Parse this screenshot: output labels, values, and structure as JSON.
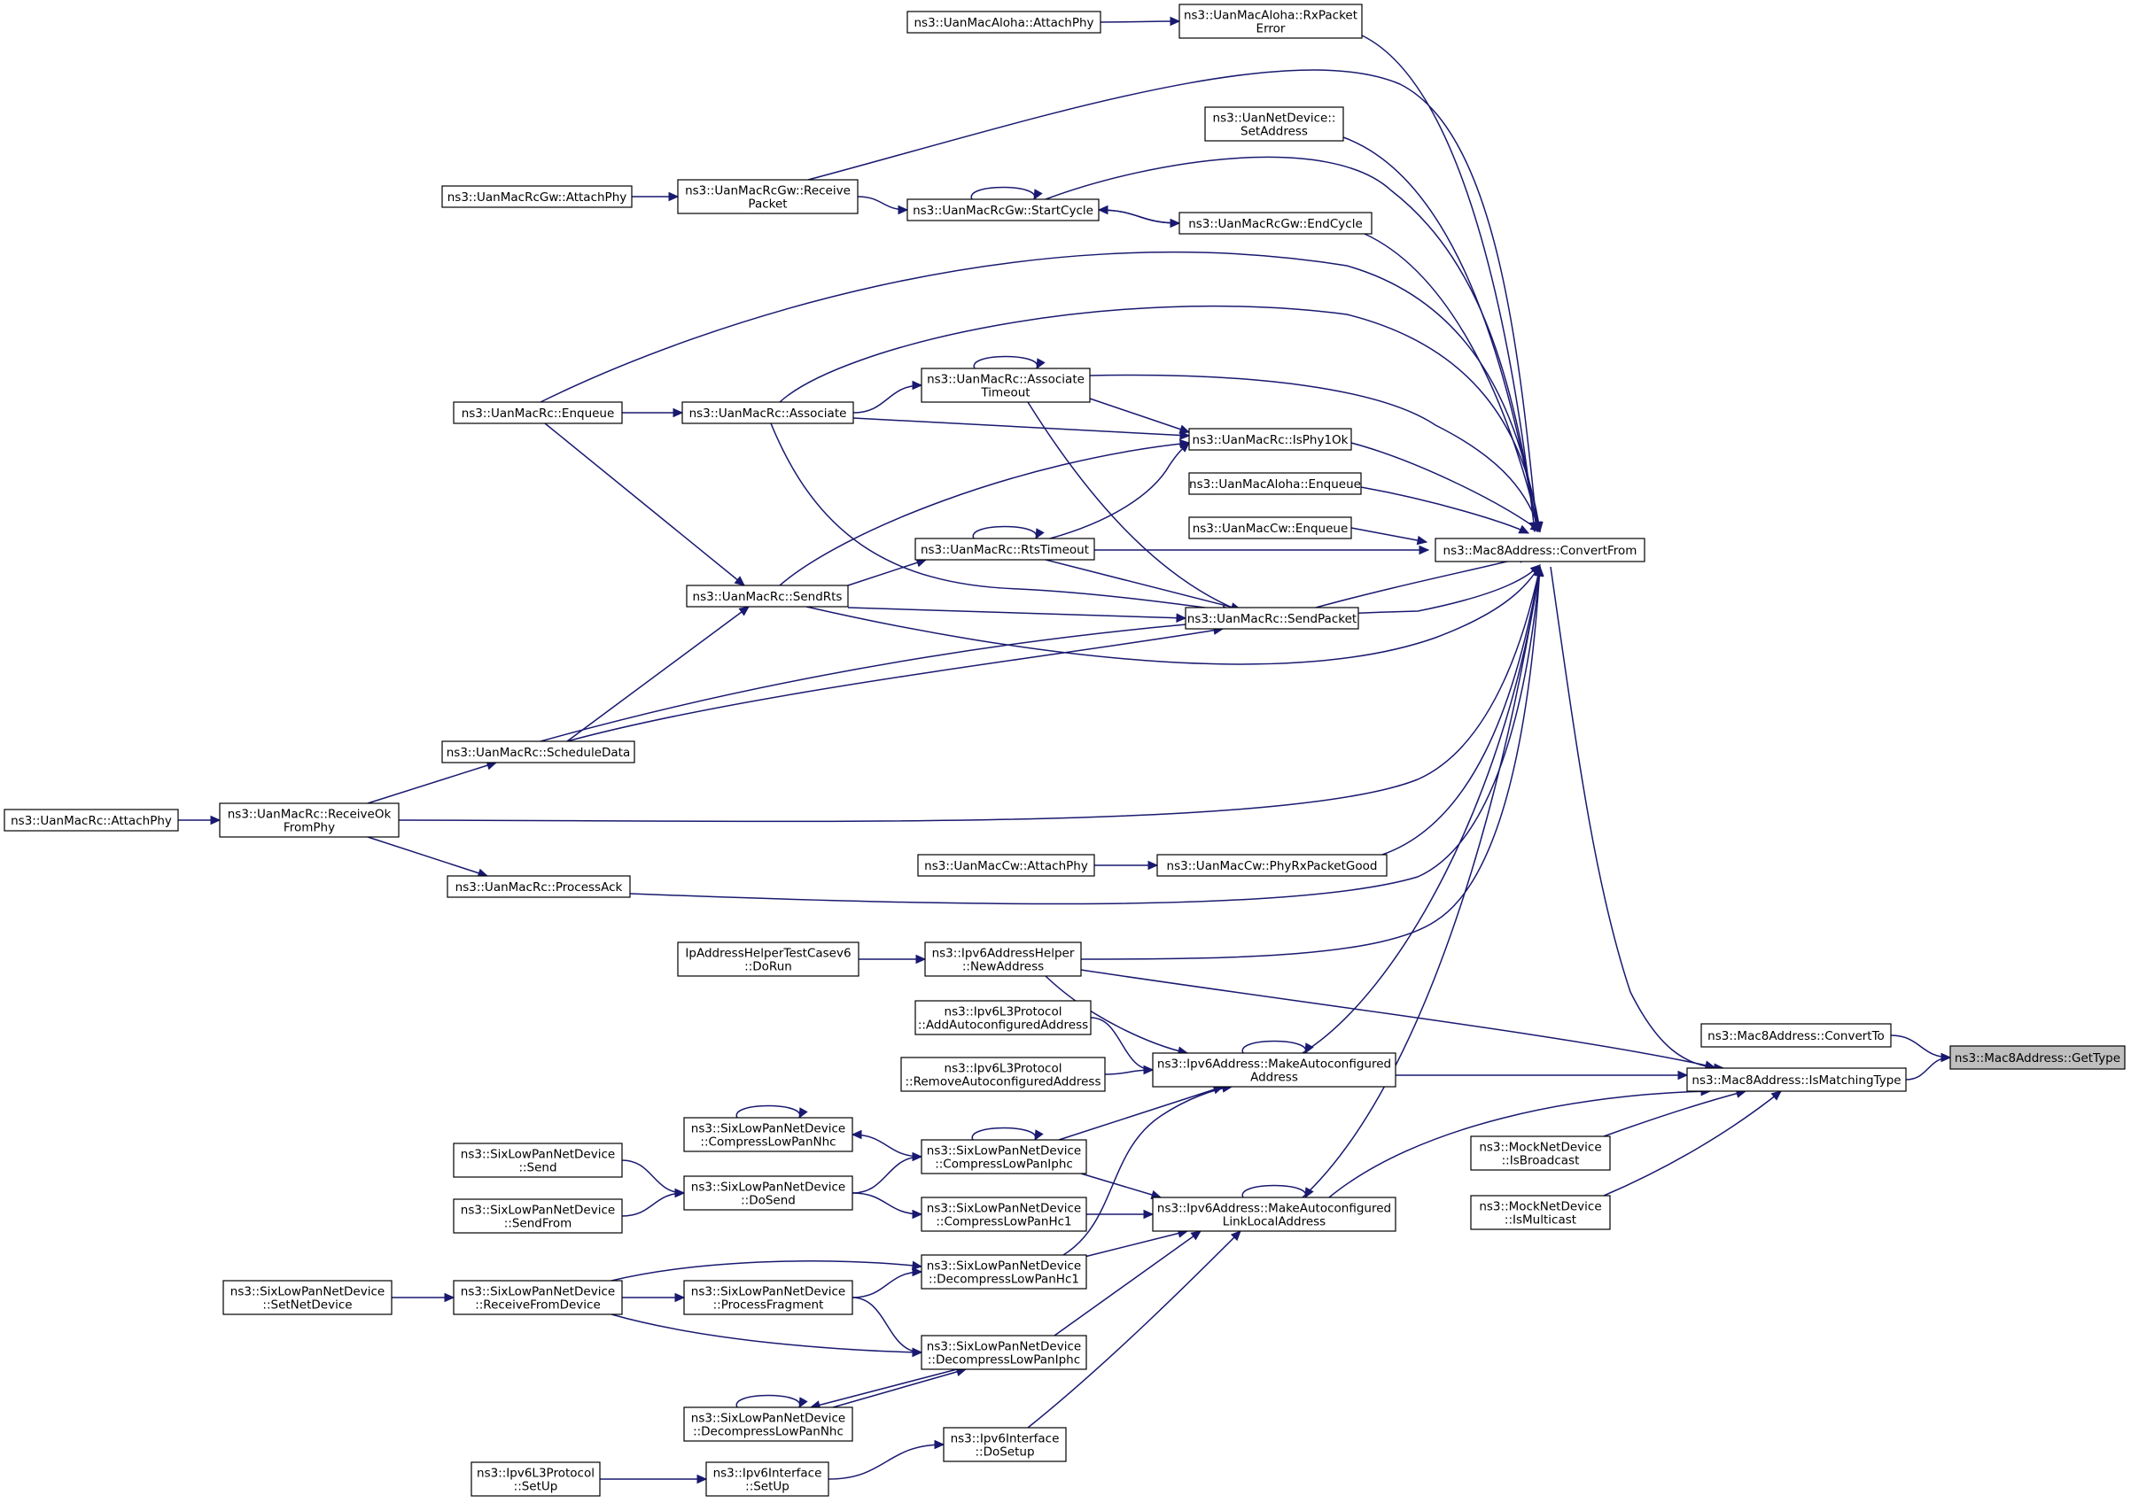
{
  "root": "getType",
  "nodes": [
    {
      "id": "getType",
      "lines": [
        "ns3::Mac8Address::GetType"
      ],
      "root": true
    },
    {
      "id": "convertTo",
      "lines": [
        "ns3::Mac8Address::ConvertTo"
      ]
    },
    {
      "id": "isMatchingType",
      "lines": [
        "ns3::Mac8Address::IsMatchingType"
      ]
    },
    {
      "id": "convertFrom",
      "lines": [
        "ns3::Mac8Address::ConvertFrom"
      ]
    },
    {
      "id": "mockIsBroadcast",
      "lines": [
        "ns3::MockNetDevice",
        "::IsBroadcast"
      ]
    },
    {
      "id": "mockIsMulticast",
      "lines": [
        "ns3::MockNetDevice",
        "::IsMulticast"
      ]
    },
    {
      "id": "ipv6NewAddress",
      "lines": [
        "ns3::Ipv6AddressHelper",
        "::NewAddress"
      ]
    },
    {
      "id": "makeAutoconf",
      "lines": [
        "ns3::Ipv6Address::MakeAutoconfigured",
        "Address"
      ]
    },
    {
      "id": "makeAutoconfLL",
      "lines": [
        "ns3::Ipv6Address::MakeAutoconfigured",
        "LinkLocalAddress"
      ]
    },
    {
      "id": "ipAddrTestRun",
      "lines": [
        "IpAddressHelperTestCasev6",
        "::DoRun"
      ]
    },
    {
      "id": "addAutoconf",
      "lines": [
        "ns3::Ipv6L3Protocol",
        "::AddAutoconfiguredAddress"
      ]
    },
    {
      "id": "removeAutoconf",
      "lines": [
        "ns3::Ipv6L3Protocol",
        "::RemoveAutoconfiguredAddress"
      ]
    },
    {
      "id": "compressIphc",
      "lines": [
        "ns3::SixLowPanNetDevice",
        "::CompressLowPanIphc"
      ]
    },
    {
      "id": "compressNhc",
      "lines": [
        "ns3::SixLowPanNetDevice",
        "::CompressLowPanNhc"
      ]
    },
    {
      "id": "doSend",
      "lines": [
        "ns3::SixLowPanNetDevice",
        "::DoSend"
      ]
    },
    {
      "id": "slpSend",
      "lines": [
        "ns3::SixLowPanNetDevice",
        "::Send"
      ]
    },
    {
      "id": "slpSendFrom",
      "lines": [
        "ns3::SixLowPanNetDevice",
        "::SendFrom"
      ]
    },
    {
      "id": "compressHc1",
      "lines": [
        "ns3::SixLowPanNetDevice",
        "::CompressLowPanHc1"
      ]
    },
    {
      "id": "decompressHc1",
      "lines": [
        "ns3::SixLowPanNetDevice",
        "::DecompressLowPanHc1"
      ]
    },
    {
      "id": "receiveFromDevice",
      "lines": [
        "ns3::SixLowPanNetDevice",
        "::ReceiveFromDevice"
      ]
    },
    {
      "id": "setNetDevice",
      "lines": [
        "ns3::SixLowPanNetDevice",
        "::SetNetDevice"
      ]
    },
    {
      "id": "processFragment",
      "lines": [
        "ns3::SixLowPanNetDevice",
        "::ProcessFragment"
      ]
    },
    {
      "id": "decompressIphc",
      "lines": [
        "ns3::SixLowPanNetDevice",
        "::DecompressLowPanIphc"
      ]
    },
    {
      "id": "decompressNhc",
      "lines": [
        "ns3::SixLowPanNetDevice",
        "::DecompressLowPanNhc"
      ]
    },
    {
      "id": "ipv6IfDoSetup",
      "lines": [
        "ns3::Ipv6Interface",
        "::DoSetup"
      ]
    },
    {
      "id": "ipv6IfSetUp",
      "lines": [
        "ns3::Ipv6Interface",
        "::SetUp"
      ]
    },
    {
      "id": "ipv6L3SetUp",
      "lines": [
        "ns3::Ipv6L3Protocol",
        "::SetUp"
      ]
    },
    {
      "id": "alohaRxError",
      "lines": [
        "ns3::UanMacAloha::RxPacket",
        "Error"
      ]
    },
    {
      "id": "alohaAttachPhy",
      "lines": [
        "ns3::UanMacAloha::AttachPhy"
      ]
    },
    {
      "id": "uanNetSetAddress",
      "lines": [
        "ns3::UanNetDevice::",
        "SetAddress"
      ]
    },
    {
      "id": "rcgwEndCycle",
      "lines": [
        "ns3::UanMacRcGw::EndCycle"
      ]
    },
    {
      "id": "rcgwStartCycle",
      "lines": [
        "ns3::UanMacRcGw::StartCycle"
      ]
    },
    {
      "id": "rcgwReceivePacket",
      "lines": [
        "ns3::UanMacRcGw::Receive",
        "Packet"
      ]
    },
    {
      "id": "rcgwAttachPhy",
      "lines": [
        "ns3::UanMacRcGw::AttachPhy"
      ]
    },
    {
      "id": "rcAssocTimeout",
      "lines": [
        "ns3::UanMacRc::Associate",
        "Timeout"
      ]
    },
    {
      "id": "rcIsPhy1Ok",
      "lines": [
        "ns3::UanMacRc::IsPhy1Ok"
      ]
    },
    {
      "id": "alohaEnqueue",
      "lines": [
        "ns3::UanMacAloha::Enqueue"
      ]
    },
    {
      "id": "cwEnqueue",
      "lines": [
        "ns3::UanMacCw::Enqueue"
      ]
    },
    {
      "id": "rcRtsTimeout",
      "lines": [
        "ns3::UanMacRc::RtsTimeout"
      ]
    },
    {
      "id": "rcSendPacket",
      "lines": [
        "ns3::UanMacRc::SendPacket"
      ]
    },
    {
      "id": "rcAssociate",
      "lines": [
        "ns3::UanMacRc::Associate"
      ]
    },
    {
      "id": "rcEnqueue",
      "lines": [
        "ns3::UanMacRc::Enqueue"
      ]
    },
    {
      "id": "rcSendRts",
      "lines": [
        "ns3::UanMacRc::SendRts"
      ]
    },
    {
      "id": "rcScheduleData",
      "lines": [
        "ns3::UanMacRc::ScheduleData"
      ]
    },
    {
      "id": "rcReceiveOk",
      "lines": [
        "ns3::UanMacRc::ReceiveOk",
        "FromPhy"
      ]
    },
    {
      "id": "rcAttachPhy",
      "lines": [
        "ns3::UanMacRc::AttachPhy"
      ]
    },
    {
      "id": "rcProcessAck",
      "lines": [
        "ns3::UanMacRc::ProcessAck"
      ]
    },
    {
      "id": "cwPhyRxGood",
      "lines": [
        "ns3::UanMacCw::PhyRxPacketGood"
      ]
    },
    {
      "id": "cwAttachPhy",
      "lines": [
        "ns3::UanMacCw::AttachPhy"
      ]
    }
  ],
  "edges": [
    [
      "convertTo",
      "getType"
    ],
    [
      "isMatchingType",
      "getType"
    ],
    [
      "convertFrom",
      "isMatchingType"
    ],
    [
      "ipv6NewAddress",
      "isMatchingType"
    ],
    [
      "makeAutoconf",
      "isMatchingType"
    ],
    [
      "makeAutoconfLL",
      "isMatchingType"
    ],
    [
      "mockIsBroadcast",
      "isMatchingType"
    ],
    [
      "mockIsMulticast",
      "isMatchingType"
    ],
    [
      "alohaRxError",
      "convertFrom"
    ],
    [
      "rcgwReceivePacket",
      "convertFrom"
    ],
    [
      "uanNetSetAddress",
      "convertFrom"
    ],
    [
      "rcgwStartCycle",
      "convertFrom"
    ],
    [
      "rcgwEndCycle",
      "convertFrom"
    ],
    [
      "rcEnqueue",
      "convertFrom"
    ],
    [
      "rcAssociate",
      "convertFrom"
    ],
    [
      "rcAssocTimeout",
      "convertFrom"
    ],
    [
      "rcIsPhy1Ok",
      "convertFrom"
    ],
    [
      "alohaEnqueue",
      "convertFrom"
    ],
    [
      "cwEnqueue",
      "convertFrom"
    ],
    [
      "rcRtsTimeout",
      "convertFrom"
    ],
    [
      "rcSendPacket",
      "convertFrom"
    ],
    [
      "rcSendRts",
      "convertFrom"
    ],
    [
      "rcScheduleData",
      "convertFrom"
    ],
    [
      "rcReceiveOk",
      "convertFrom"
    ],
    [
      "cwPhyRxGood",
      "convertFrom"
    ],
    [
      "rcProcessAck",
      "convertFrom"
    ],
    [
      "ipv6NewAddress",
      "convertFrom"
    ],
    [
      "makeAutoconf",
      "convertFrom"
    ],
    [
      "makeAutoconfLL",
      "convertFrom"
    ],
    [
      "alohaAttachPhy",
      "alohaRxError"
    ],
    [
      "rcgwAttachPhy",
      "rcgwReceivePacket"
    ],
    [
      "rcgwReceivePacket",
      "rcgwStartCycle"
    ],
    [
      "rcgwEndCycle",
      "rcgwStartCycle"
    ],
    [
      "rcgwStartCycle",
      "rcgwEndCycle"
    ],
    [
      "rcgwStartCycle",
      "rcgwStartCycle"
    ],
    [
      "rcAssociate",
      "rcAssocTimeout"
    ],
    [
      "rcAssocTimeout",
      "rcAssocTimeout"
    ],
    [
      "rcAssocTimeout",
      "rcIsPhy1Ok"
    ],
    [
      "rcAssociate",
      "rcIsPhy1Ok"
    ],
    [
      "rcSendRts",
      "rcIsPhy1Ok"
    ],
    [
      "rcRtsTimeout",
      "rcIsPhy1Ok"
    ],
    [
      "rcEnqueue",
      "rcAssociate"
    ],
    [
      "rcEnqueue",
      "rcSendRts"
    ],
    [
      "rcSendRts",
      "rcRtsTimeout"
    ],
    [
      "rcRtsTimeout",
      "rcRtsTimeout"
    ],
    [
      "rcAssocTimeout",
      "rcSendPacket"
    ],
    [
      "rcAssociate",
      "rcSendPacket"
    ],
    [
      "rcRtsTimeout",
      "rcSendPacket"
    ],
    [
      "rcSendRts",
      "rcSendPacket"
    ],
    [
      "rcScheduleData",
      "rcSendPacket"
    ],
    [
      "rcScheduleData",
      "rcSendRts"
    ],
    [
      "rcReceiveOk",
      "rcScheduleData"
    ],
    [
      "rcAttachPhy",
      "rcReceiveOk"
    ],
    [
      "rcReceiveOk",
      "rcProcessAck"
    ],
    [
      "cwAttachPhy",
      "cwPhyRxGood"
    ],
    [
      "ipAddrTestRun",
      "ipv6NewAddress"
    ],
    [
      "ipv6NewAddress",
      "makeAutoconf"
    ],
    [
      "addAutoconf",
      "makeAutoconf"
    ],
    [
      "removeAutoconf",
      "makeAutoconf"
    ],
    [
      "compressIphc",
      "makeAutoconf"
    ],
    [
      "decompressHc1",
      "makeAutoconf"
    ],
    [
      "makeAutoconf",
      "makeAutoconf"
    ],
    [
      "compressIphc",
      "makeAutoconfLL"
    ],
    [
      "compressHc1",
      "makeAutoconfLL"
    ],
    [
      "decompressHc1",
      "makeAutoconfLL"
    ],
    [
      "decompressIphc",
      "makeAutoconfLL"
    ],
    [
      "ipv6IfDoSetup",
      "makeAutoconfLL"
    ],
    [
      "makeAutoconfLL",
      "makeAutoconfLL"
    ],
    [
      "compressIphc",
      "compressNhc"
    ],
    [
      "compressNhc",
      "compressNhc"
    ],
    [
      "compressIphc",
      "compressIphc"
    ],
    [
      "doSend",
      "compressIphc"
    ],
    [
      "doSend",
      "compressHc1"
    ],
    [
      "slpSend",
      "doSend"
    ],
    [
      "slpSendFrom",
      "doSend"
    ],
    [
      "receiveFromDevice",
      "decompressHc1"
    ],
    [
      "processFragment",
      "decompressHc1"
    ],
    [
      "setNetDevice",
      "receiveFromDevice"
    ],
    [
      "receiveFromDevice",
      "processFragment"
    ],
    [
      "receiveFromDevice",
      "decompressIphc"
    ],
    [
      "processFragment",
      "decompressIphc"
    ],
    [
      "decompressNhc",
      "decompressIphc"
    ],
    [
      "decompressIphc",
      "decompressNhc"
    ],
    [
      "decompressNhc",
      "decompressNhc"
    ],
    [
      "ipv6IfSetUp",
      "ipv6IfDoSetup"
    ],
    [
      "ipv6L3SetUp",
      "ipv6IfSetUp"
    ]
  ]
}
